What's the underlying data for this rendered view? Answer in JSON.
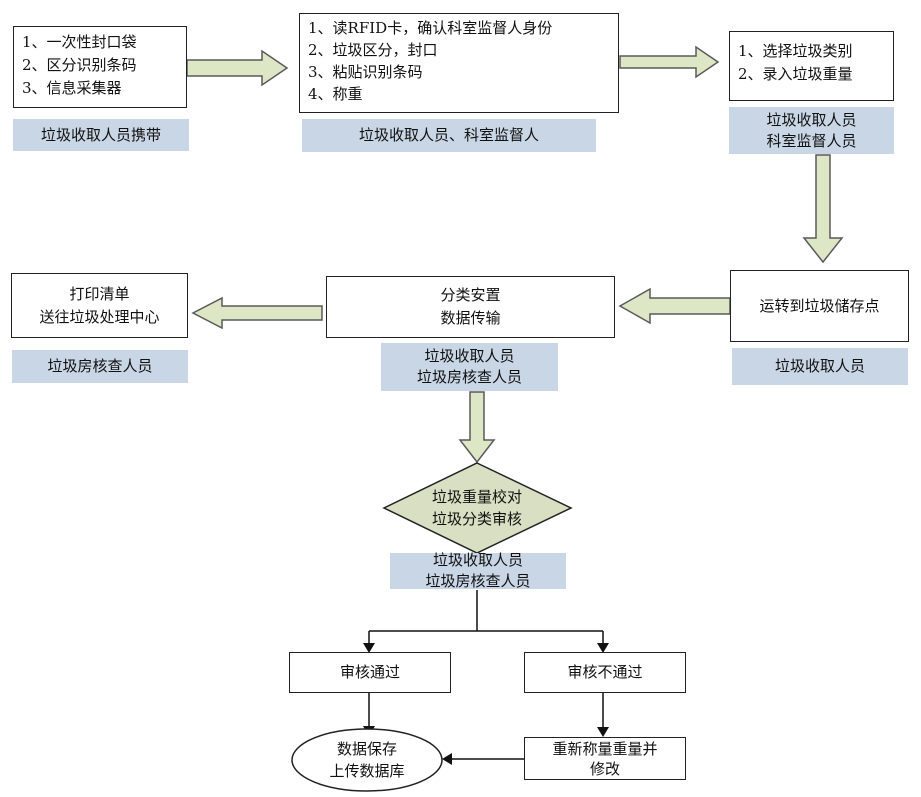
{
  "colors": {
    "fat_arrow_fill": "#dde7c6",
    "fat_arrow_stroke": "#5a5a5a",
    "diamond_fill": "#d9dfc2",
    "label_background": "#c9d6e6",
    "line_color": "#111111"
  },
  "step1": {
    "items": [
      "1、一次性封口袋",
      "2、区分识别条码",
      "3、信息采集器"
    ],
    "label": "垃圾收取人员携带"
  },
  "step2": {
    "items": [
      "1、读RFID卡，确认科室监督人身份",
      "2、垃圾区分，封口",
      "3、粘贴识别条码",
      "4、称重"
    ],
    "label": "垃圾收取人员、科室监督人"
  },
  "step3": {
    "items": [
      "1、选择垃圾类别",
      "2、录入垃圾重量"
    ],
    "label_lines": [
      "垃圾收取人员",
      "科室监督人员"
    ]
  },
  "step4": {
    "text": "运转到垃圾储存点",
    "label": "垃圾收取人员"
  },
  "step5": {
    "lines": [
      "分类安置",
      "数据传输"
    ],
    "label_lines": [
      "垃圾收取人员",
      "垃圾房核查人员"
    ]
  },
  "step6": {
    "lines": [
      "打印清单",
      "送往垃圾处理中心"
    ],
    "label": "垃圾房核查人员"
  },
  "decision": {
    "lines": [
      "垃圾重量校对",
      "垃圾分类审核"
    ],
    "label_lines": [
      "垃圾收取人员",
      "垃圾房核查人员"
    ]
  },
  "pass": {
    "text": "审核通过"
  },
  "fail": {
    "text": "审核不通过"
  },
  "fix": {
    "lines": [
      "重新称量重量并",
      "修改"
    ]
  },
  "save": {
    "lines": [
      "数据保存",
      "上传数据库"
    ]
  }
}
